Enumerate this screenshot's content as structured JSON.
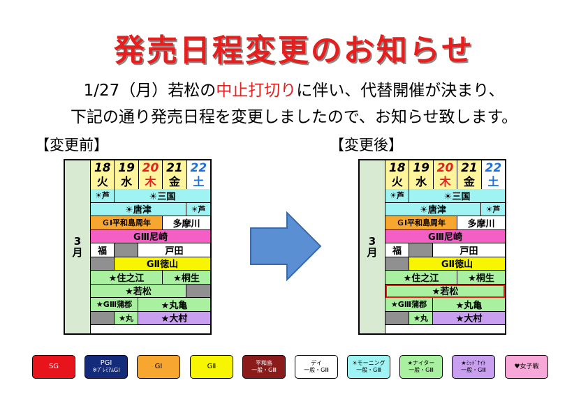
{
  "title": "発売日程変更のお知らせ",
  "notice": {
    "line1_pre": "1/27（月）若松の",
    "line1_red": "中止打切り",
    "line1_post": "に伴い、代替開催が決まり、",
    "line2": "下記の通り発売日程を変更しましたので、お知らせ致します。"
  },
  "before_label": "【変更前】",
  "after_label": "【変更後】",
  "month": [
    "3",
    "月"
  ],
  "days": [
    {
      "d": "18",
      "w": "火"
    },
    {
      "d": "19",
      "w": "水"
    },
    {
      "d": "20",
      "w": "木"
    },
    {
      "d": "21",
      "w": "金"
    },
    {
      "d": "22",
      "w": "土"
    }
  ],
  "races": {
    "ashi": "☀芦",
    "mikuni": "☀三国",
    "karatsu": "☀唐津",
    "heiwajima": "ＧⅠ平和島周年",
    "tamagawa": "多摩川",
    "amagasaki": "GⅢ尼崎",
    "fuku": "福",
    "toda": "戸田",
    "tokuyama": "GⅡ徳山",
    "suminoe": "★住之江",
    "kiryu": "★桐生",
    "wakamatsu": "★若松",
    "gamagori": "★GⅢ蒲郡",
    "marugame": "★丸亀",
    "maru": "★丸",
    "omura": "★大村"
  },
  "legend": [
    {
      "l1": "SG",
      "l2": ""
    },
    {
      "l1": "PGI",
      "l2": "※ﾌﾟﾚﾐｱﾑGⅠ"
    },
    {
      "l1": "GⅠ",
      "l2": ""
    },
    {
      "l1": "GⅡ",
      "l2": ""
    },
    {
      "l1": "平和島",
      "l2": "一般・GⅢ"
    },
    {
      "l1": "デイ",
      "l2": "一般・GⅢ"
    },
    {
      "l1": "☀モーニング",
      "l2": "一般・GⅢ"
    },
    {
      "l1": "★ナイター",
      "l2": "一般・GⅢ"
    },
    {
      "l1": "★ﾐｯﾄﾞﾅｲﾄ",
      "l2": "一般・GⅢ"
    },
    {
      "l1": "♥女子戦",
      "l2": ""
    }
  ],
  "colors": {
    "title": "#e51e1e",
    "morning": "#9ff3f3",
    "nighter": "#a9f0a0",
    "pink": "#f45fc5",
    "g2": "#f7f500",
    "g1": "#f7a630",
    "midnight": "#c9a0f0",
    "arrow": "#5b8fd4"
  }
}
